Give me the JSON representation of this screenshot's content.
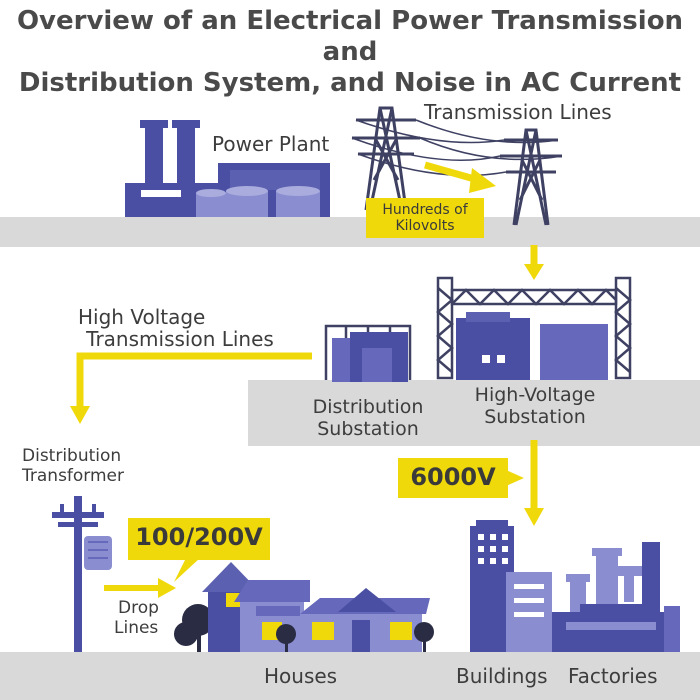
{
  "title": {
    "line1": "Overview of an Electrical Power Transmission and",
    "line2": "Distribution System, and Noise in AC Current"
  },
  "labels": {
    "power_plant": "Power Plant",
    "transmission_lines": "Transmission Lines",
    "hundreds_kv_line1": "Hundreds of",
    "hundreds_kv_line2": "Kilovolts",
    "high_voltage_lines_line1": "High Voltage",
    "high_voltage_lines_line2": "Transmission Lines",
    "distribution_substation_line1": "Distribution",
    "distribution_substation_line2": "Substation",
    "high_voltage_substation_line1": "High-Voltage",
    "high_voltage_substation_line2": "Substation",
    "distribution_transformer_line1": "Distribution",
    "distribution_transformer_line2": "Transformer",
    "voltage_6000": "6000V",
    "voltage_100_200": "100/200V",
    "drop_lines_line1": "Drop",
    "drop_lines_line2": "Lines",
    "houses": "Houses",
    "buildings": "Buildings",
    "factories": "Factories"
  },
  "colors": {
    "ground": "#d9d9d9",
    "accent_yellow": "#f0d90a",
    "building_dark": "#4a4fa3",
    "building_mid": "#6669bb",
    "building_light": "#8a8ed0",
    "tower": "#3f4163",
    "text": "#3d3d3d"
  }
}
